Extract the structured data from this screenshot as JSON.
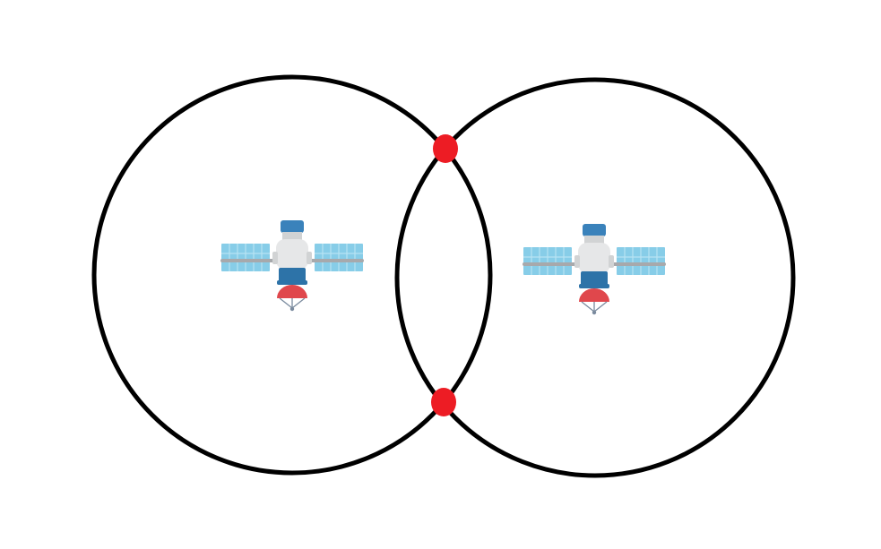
{
  "diagram": {
    "colors": {
      "background": "#ffffff",
      "circle_stroke": "#000000",
      "intersection_point": "#ed1c24",
      "panel_fill": "#87cde8",
      "panel_grid": "#b7e3f3",
      "boom": "#a7a9ac",
      "body_light": "#e6e7e8",
      "body_shade": "#d1d3d4",
      "module_blue": "#2d73a8",
      "module_blue_top": "#3a82bb",
      "dish_red": "#e0474c",
      "antenna_gray": "#7a8a9e"
    },
    "satellites": [
      {
        "icon": "satellite-icon"
      },
      {
        "icon": "satellite-icon"
      }
    ],
    "circles": [
      {
        "name": "coverage-circle-left"
      },
      {
        "name": "coverage-circle-right"
      }
    ],
    "intersections": [
      {
        "name": "intersection-point-top"
      },
      {
        "name": "intersection-point-bottom"
      }
    ]
  }
}
